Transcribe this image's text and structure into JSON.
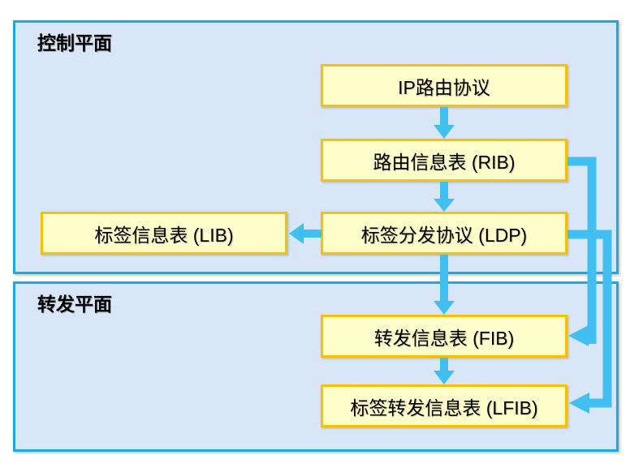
{
  "planes": [
    {
      "id": "control-plane",
      "label": "控制平面"
    },
    {
      "id": "forwarding-plane",
      "label": "转发平面"
    }
  ],
  "nodes": [
    {
      "id": "ip-routing-protocol",
      "label": "IP路由协议",
      "plane": "control-plane"
    },
    {
      "id": "rib",
      "label": "路由信息表 (RIB)",
      "plane": "control-plane"
    },
    {
      "id": "lib",
      "label": "标签信息表 (LIB)",
      "plane": "control-plane"
    },
    {
      "id": "ldp",
      "label": "标签分发协议 (LDP)",
      "plane": "control-plane"
    },
    {
      "id": "fib",
      "label": "转发信息表 (FIB)",
      "plane": "forwarding-plane"
    },
    {
      "id": "lfib",
      "label": "标签转发信息表 (LFIB)",
      "plane": "forwarding-plane"
    }
  ],
  "edges": [
    {
      "from": "ip-routing-protocol",
      "to": "rib",
      "style": "straight-down"
    },
    {
      "from": "rib",
      "to": "ldp",
      "style": "straight-down"
    },
    {
      "from": "ldp",
      "to": "lib",
      "style": "straight-left"
    },
    {
      "from": "ldp",
      "to": "fib",
      "style": "straight-down"
    },
    {
      "from": "fib",
      "to": "lfib",
      "style": "straight-down"
    },
    {
      "from": "rib",
      "to": "fib",
      "style": "right-side-elbow"
    },
    {
      "from": "ldp",
      "to": "lfib",
      "style": "right-side-elbow"
    }
  ],
  "colors": {
    "plane_fill": "#D9E6F8",
    "plane_border": "#1CA8E2",
    "node_fill": "#FFFFCC",
    "node_border": "#FFBF00",
    "arrow": "#40BFF0",
    "text": "#000000"
  }
}
